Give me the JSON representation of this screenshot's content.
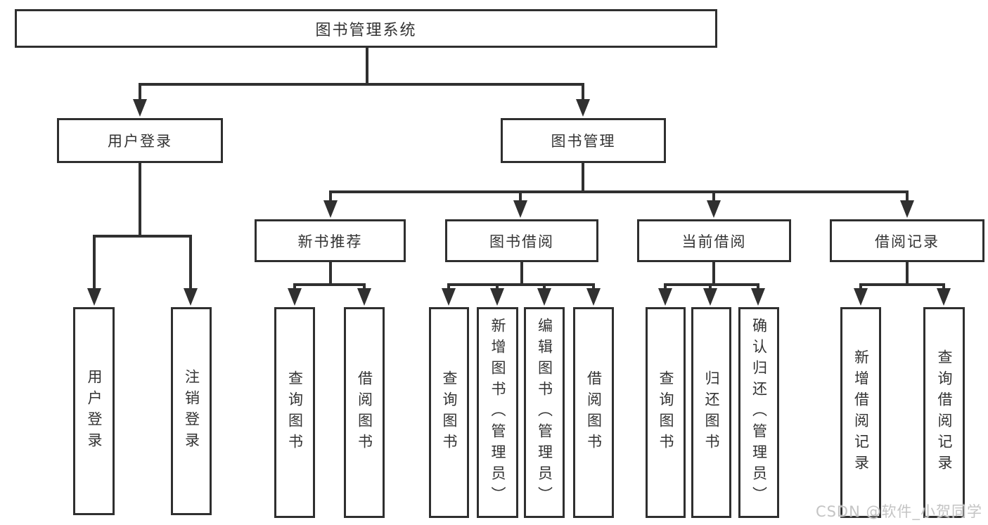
{
  "tree": {
    "root": {
      "label": "图书管理系统",
      "children": [
        {
          "label": "用户登录",
          "children": [
            {
              "label": "用户登录"
            },
            {
              "label": "注销登录"
            }
          ]
        },
        {
          "label": "图书管理",
          "children": [
            {
              "label": "新书推荐",
              "children": [
                {
                  "label": "查询图书"
                },
                {
                  "label": "借阅图书"
                }
              ]
            },
            {
              "label": "图书借阅",
              "children": [
                {
                  "label": "查询图书"
                },
                {
                  "label": "新增图书（管理员）"
                },
                {
                  "label": "编辑图书（管理员）"
                },
                {
                  "label": "借阅图书"
                }
              ]
            },
            {
              "label": "当前借阅",
              "children": [
                {
                  "label": "查询图书"
                },
                {
                  "label": "归还图书"
                },
                {
                  "label": "确认归还（管理员）"
                }
              ]
            },
            {
              "label": "借阅记录",
              "children": [
                {
                  "label": "新增借阅记录"
                },
                {
                  "label": "查询借阅记录"
                }
              ]
            }
          ]
        }
      ]
    }
  },
  "watermark": {
    "text": "CSDN @软件_小贺同学"
  },
  "colors": {
    "line": "#303030",
    "box_border": "#2f2f2f",
    "text": "#333333",
    "box_background": "#ffffff",
    "watermark": "#c4c4c4"
  }
}
